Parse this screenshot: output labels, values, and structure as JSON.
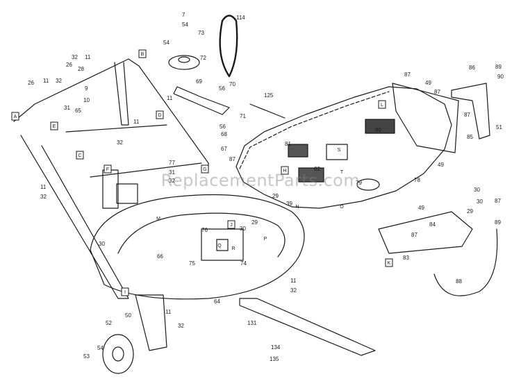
{
  "diagram": {
    "watermark": "ReplacementParts.com",
    "part_callouts": [
      "7",
      "54",
      "73",
      "114",
      "54",
      "72",
      "32",
      "11",
      "26",
      "28",
      "11",
      "32",
      "26",
      "9",
      "10",
      "70",
      "56",
      "69",
      "11",
      "125",
      "71",
      "87",
      "49",
      "86",
      "89",
      "90",
      "87",
      "87",
      "51",
      "31",
      "65",
      "56",
      "68",
      "67",
      "11",
      "32",
      "87",
      "77",
      "31",
      "32",
      "11",
      "32",
      "80",
      "81",
      "82",
      "79",
      "78",
      "85",
      "49",
      "29",
      "39",
      "30",
      "30",
      "87",
      "29",
      "49",
      "89",
      "84",
      "87",
      "83",
      "76",
      "29",
      "30",
      "66",
      "75",
      "74",
      "30",
      "11",
      "32",
      "64",
      "88",
      "131",
      "50",
      "52",
      "54",
      "11",
      "32",
      "53",
      "134",
      "135"
    ],
    "reference_letters": [
      "B",
      "A",
      "E",
      "C",
      "D",
      "F",
      "G",
      "H",
      "J",
      "I",
      "L",
      "K",
      "M",
      "N",
      "O",
      "P",
      "Q",
      "R",
      "S",
      "T"
    ],
    "colors": {
      "line": "#1a1a1a",
      "dashed": "#333333",
      "background": "#ffffff"
    }
  }
}
